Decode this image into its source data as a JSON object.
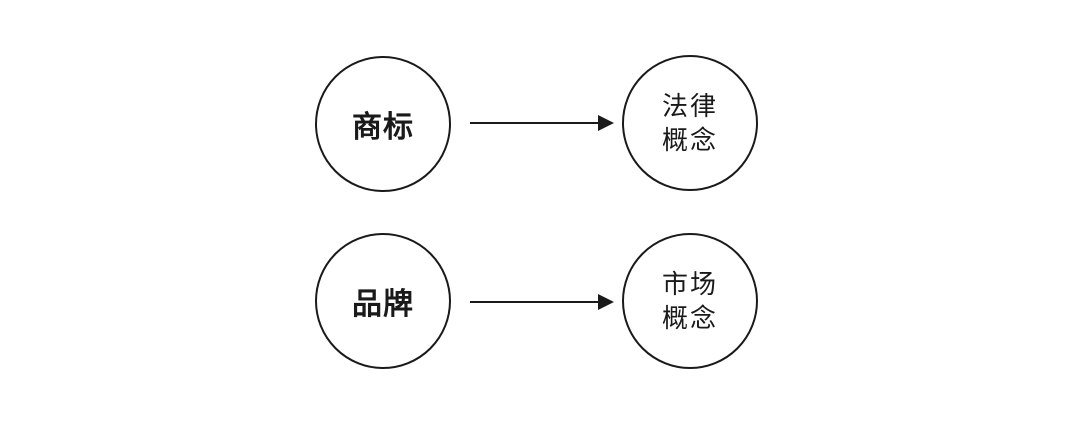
{
  "diagram": {
    "rows": [
      {
        "source_label": "商标",
        "target_line1": "法律",
        "target_line2": "概念"
      },
      {
        "source_label": "品牌",
        "target_line1": "市场",
        "target_line2": "概念"
      }
    ],
    "colors": {
      "stroke": "#1a1a1a",
      "text": "#1a1a1a",
      "background": "#ffffff"
    }
  }
}
